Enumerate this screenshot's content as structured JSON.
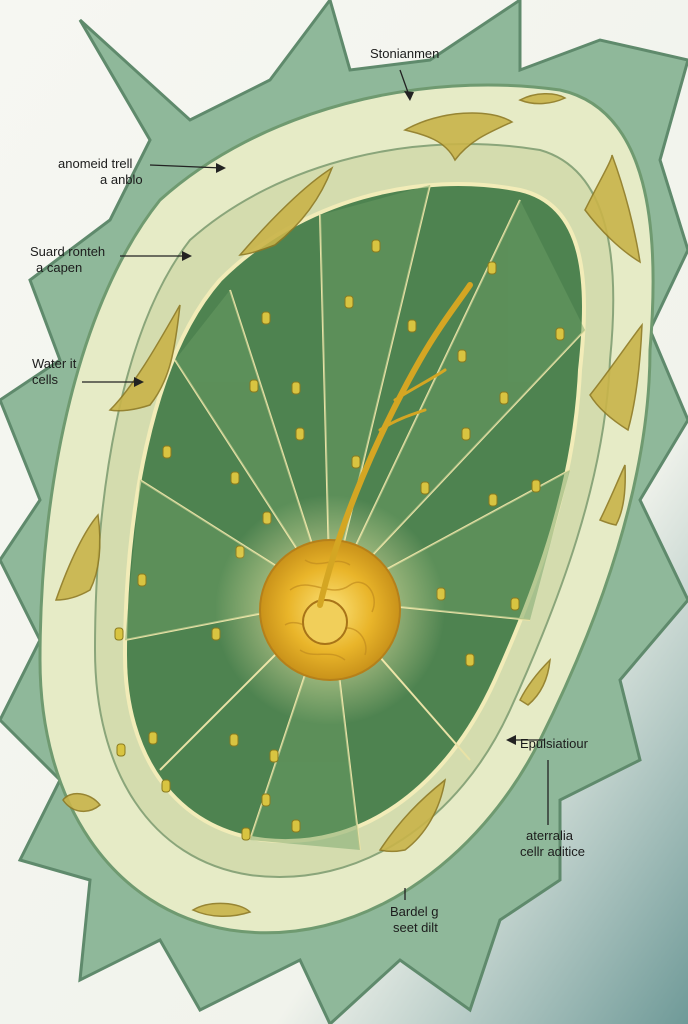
{
  "labels": {
    "stomata_top": "Stonianmen",
    "anomeid_line1": "anomeid trell",
    "anomeid_line2": "a anblo",
    "suard_line1": "Suard ronteh",
    "suard_line2": "a capen",
    "water_line1": "Water it",
    "water_line2": "cells",
    "equil": "Epulsiatiour",
    "aterralia_line1": "aterralia",
    "aterralia_line2": "cellr aditice",
    "bardel_line1": "Bardel g",
    "bardel_line2": "seet dilt"
  },
  "colors": {
    "background": "#f6f7f2",
    "outer_tissue": "#8fb89a",
    "wall": "#e6ebc6",
    "inner_chamber": "#4e8350",
    "segment_dark": "#3f7344",
    "segment_light": "#6f9f66",
    "core": "#e8b82a",
    "chloroplast": "#d8c441"
  }
}
